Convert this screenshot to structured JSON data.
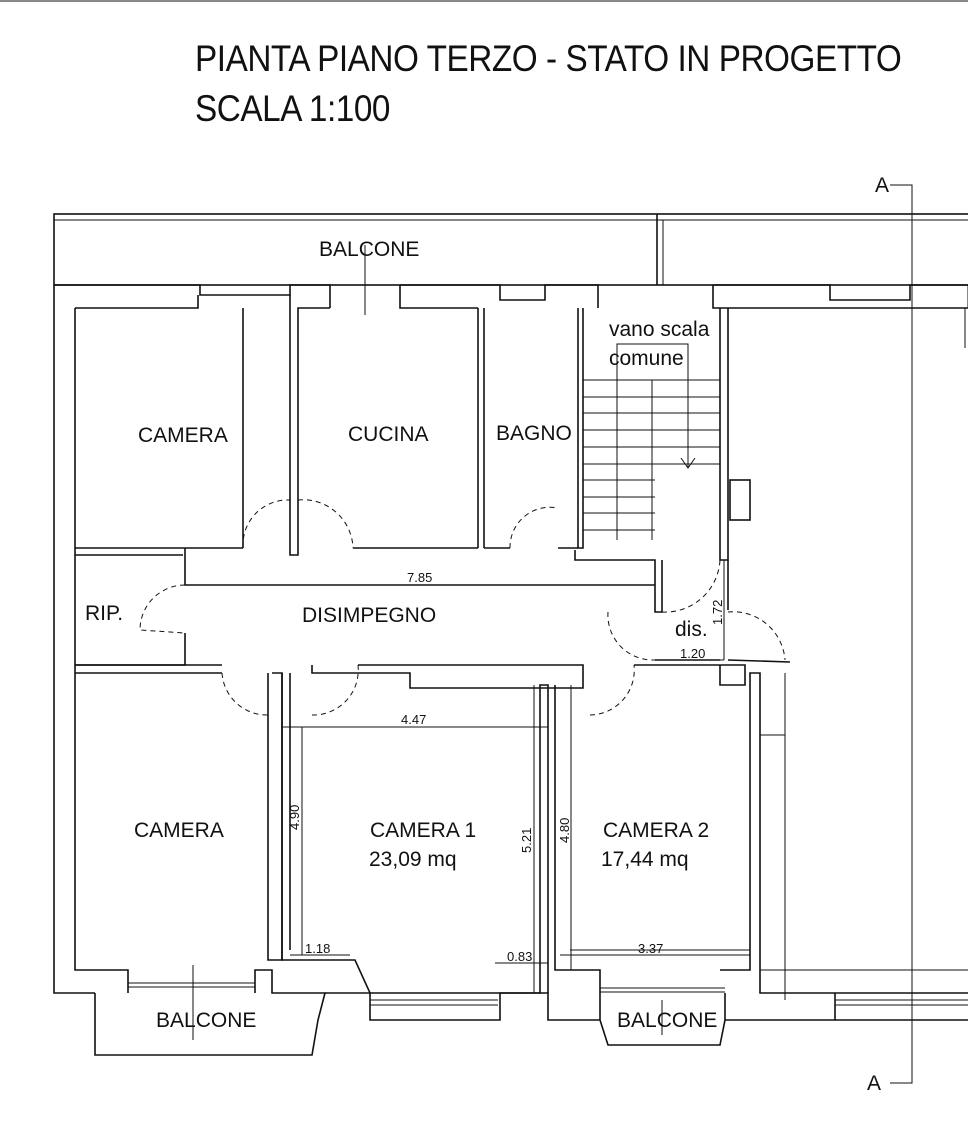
{
  "title": {
    "line1": "PIANTA PIANO TERZO - STATO IN PROGETTO",
    "line2": "SCALA 1:100"
  },
  "section_marks": {
    "top": "A",
    "bottom": "A"
  },
  "rooms": {
    "balcone_top": "BALCONE",
    "camera_top": "CAMERA",
    "cucina": "CUCINA",
    "bagno": "BAGNO",
    "vano_scala_1": "vano scala",
    "vano_scala_2": "comune",
    "rip": "RIP.",
    "disimpegno": "DISIMPEGNO",
    "dis": "dis.",
    "camera_bottom": "CAMERA",
    "camera1": "CAMERA 1",
    "camera1_area": "23,09 mq",
    "camera2": "CAMERA 2",
    "camera2_area": "17,44 mq",
    "balcone_bl": "BALCONE",
    "balcone_bc": "BALCONE"
  },
  "dimensions": {
    "disimpegno_length": "7.85",
    "dis_height": "1.72",
    "dis_width": "1.20",
    "camera1_width": "4.47",
    "camera1_left_height": "4.90",
    "camera1_right_height": "5.21",
    "camera2_height": "4.80",
    "camera1_offset_left": "1.18",
    "camera1_offset_right": "0.83",
    "camera2_width": "3.37"
  }
}
